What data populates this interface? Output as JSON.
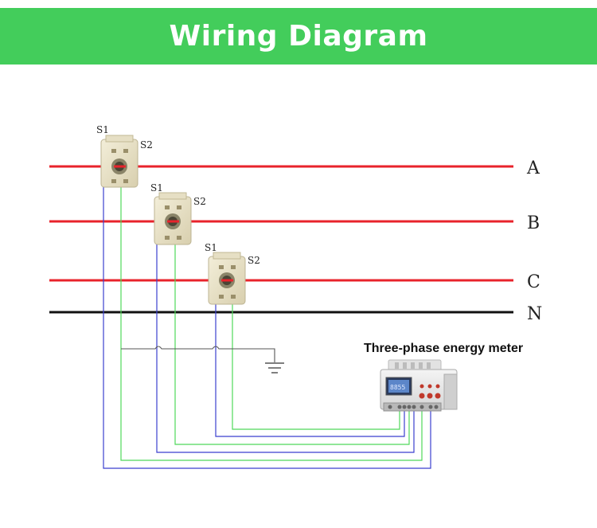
{
  "header": {
    "title": "Wiring Diagram"
  },
  "phases": [
    {
      "label": "A",
      "color": "#e8232b"
    },
    {
      "label": "B",
      "color": "#e8232b"
    },
    {
      "label": "C",
      "color": "#e8232b"
    },
    {
      "label": "N",
      "color": "#111111"
    }
  ],
  "transformers": [
    {
      "s1": "S1",
      "s2": "S2",
      "phase": "A"
    },
    {
      "s1": "S1",
      "s2": "S2",
      "phase": "B"
    },
    {
      "s1": "S1",
      "s2": "S2",
      "phase": "C"
    }
  ],
  "meter": {
    "label": "Three-phase energy meter",
    "display_text": "8855"
  },
  "colors": {
    "s1_wire": "#3b3fcf",
    "s2_wire": "#4fd85a",
    "ground_wire": "#555555",
    "header_bg": "#43cd5b",
    "ct_body": "#e8e1c6"
  }
}
